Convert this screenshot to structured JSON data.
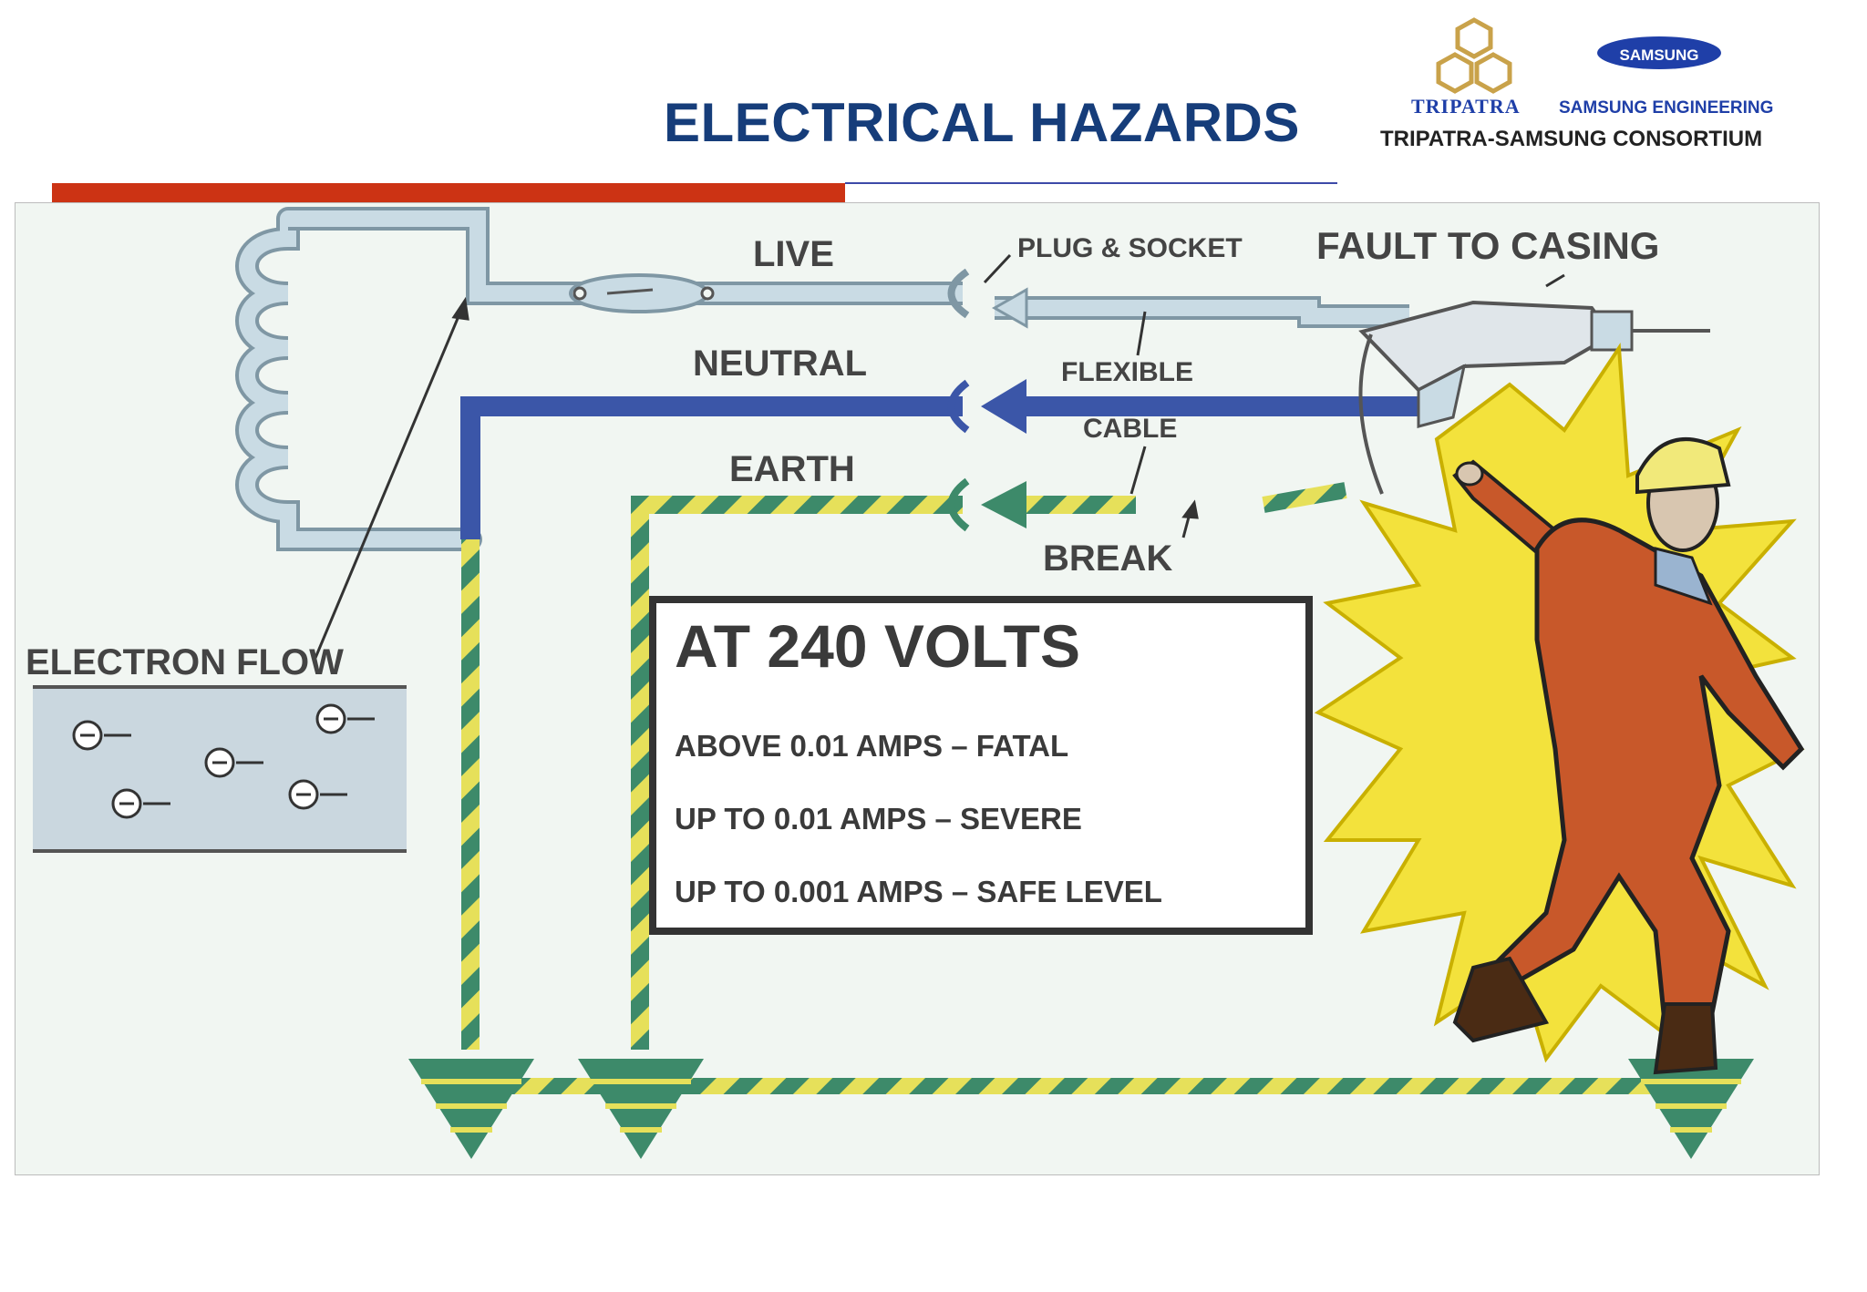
{
  "slide": {
    "title": "ELECTRICAL HAZARDS"
  },
  "logo": {
    "tripatra": "TRIPATRA",
    "samsung_badge": "SAMSUNG",
    "samsung_engineering": "SAMSUNG ENGINEERING",
    "consortium": "TRIPATRA-SAMSUNG CONSORTIUM"
  },
  "diagram": {
    "labels": {
      "live": "LIVE",
      "neutral": "NEUTRAL",
      "earth": "EARTH",
      "plug_socket": "PLUG & SOCKET",
      "fault": "FAULT TO CASING",
      "flexible": "FLEXIBLE",
      "cable": "CABLE",
      "break": "BREAK",
      "electron_flow": "ELECTRON FLOW"
    },
    "info_box": {
      "heading": "AT 240 VOLTS",
      "lines": [
        "ABOVE 0.01 AMPS – FATAL",
        "UP TO 0.01 AMPS – SEVERE",
        "UP TO 0.001 AMPS – SAFE LEVEL"
      ]
    }
  },
  "colors": {
    "title": "#163d7a",
    "accent_red": "#cc3314",
    "neutral_blue": "#3b56a8",
    "earth_green": "#3d8a6a",
    "earth_yellow": "#e6e05a",
    "live_wire": "#c9dbe4",
    "spark_yellow": "#f3e23c",
    "worker_suit": "#c8582a"
  }
}
